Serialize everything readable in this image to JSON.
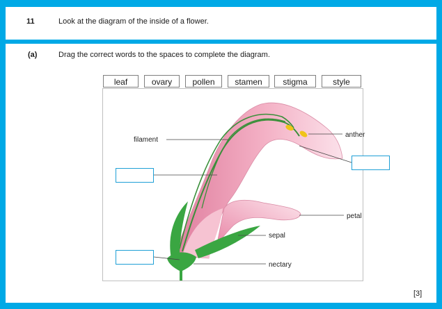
{
  "question": {
    "number": "11",
    "text": "Look at the diagram of the inside of a flower."
  },
  "part": {
    "label": "(a)",
    "text": "Drag the correct words to the spaces to complete the diagram."
  },
  "word_bank": [
    "leaf",
    "ovary",
    "pollen",
    "stamen",
    "stigma",
    "style"
  ],
  "labels": {
    "filament": "filament",
    "anther": "anther",
    "petal": "petal",
    "sepal": "sepal",
    "nectary": "nectary"
  },
  "marks": "[3]",
  "colors": {
    "frame": "#00a9e6",
    "dropzone_border": "#1e9fd6",
    "petal_pink": "#f2a6bd",
    "stem_green": "#3aa642"
  }
}
